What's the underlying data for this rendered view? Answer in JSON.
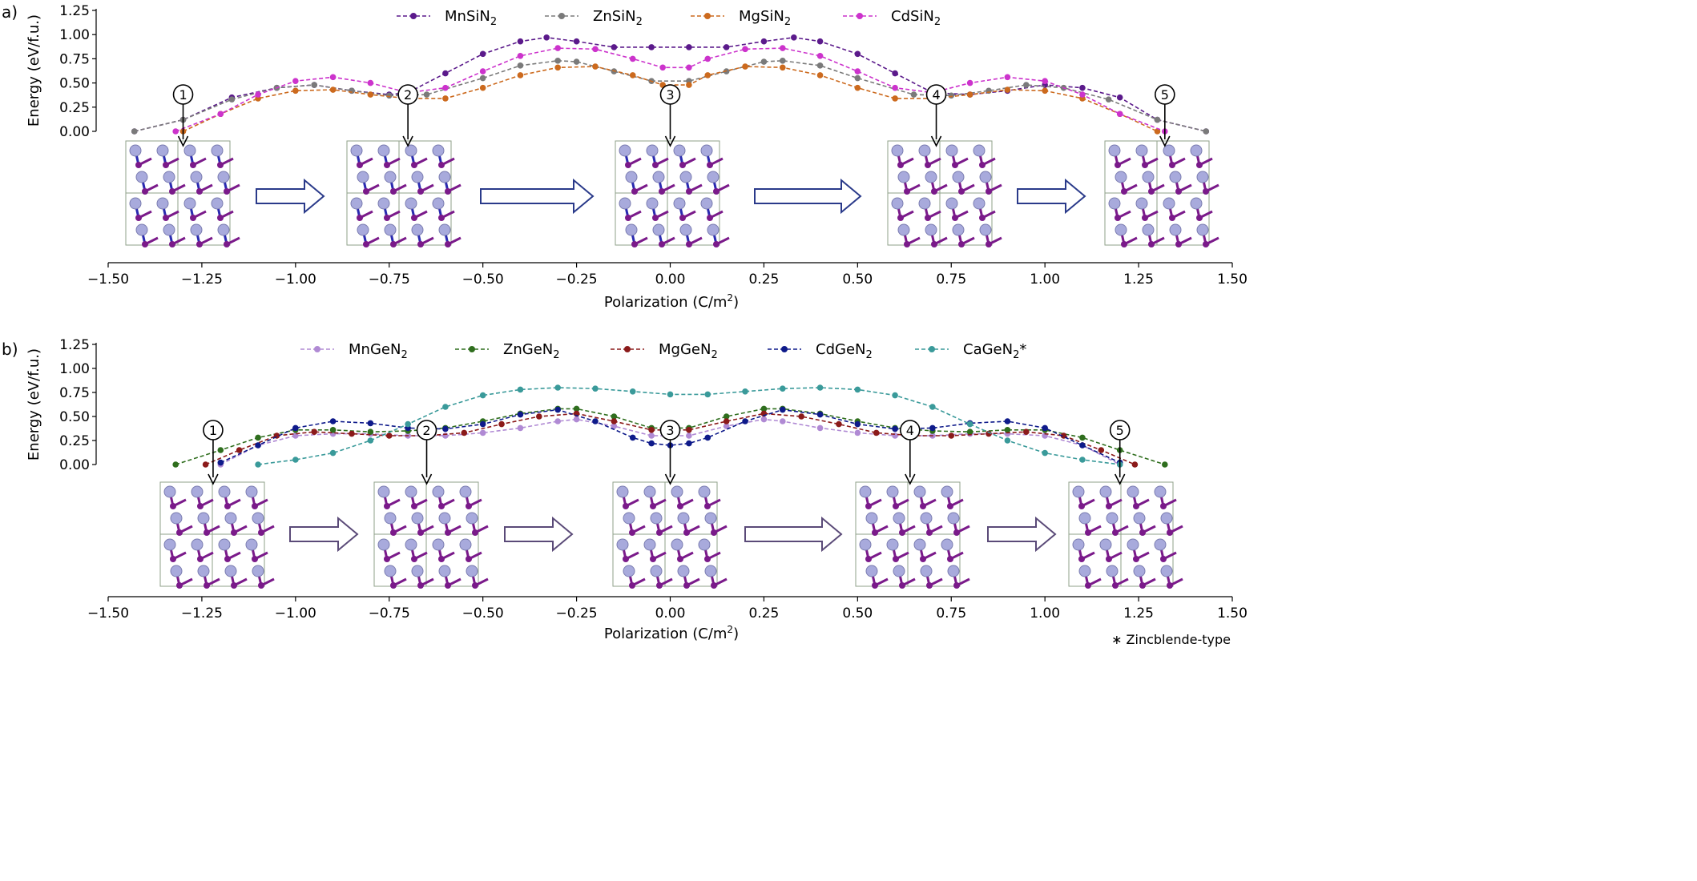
{
  "footnote": "∗ Zincblende-type",
  "colors": {
    "MnSiN2": "#5b1a8b",
    "ZnSiN2": "#7a7a7a",
    "MgSiN2": "#cc6a1e",
    "CdSiN2": "#cc33cc",
    "MnGeN2": "#b08ad4",
    "ZnGeN2": "#2f6e1e",
    "MgGeN2": "#8b1a1a",
    "CdGeN2": "#0e1a8a",
    "CaGeN2": "#3a9a9a",
    "arrow_a": "#2a3a8a",
    "arrow_b": "#5a4a78",
    "atom_N": "#a8aadc",
    "atom_M": "#7a1a8a",
    "bond": "#2a2ab0"
  },
  "chart_data": [
    {
      "panel_label": "a)",
      "type": "line",
      "xlabel": "Polarization (C/m2)",
      "ylabel": "Energy (eV/f.u.)",
      "xlim": [
        -1.5,
        1.5
      ],
      "ylim": [
        0,
        1.25
      ],
      "xticks": [
        "−1.50",
        "−1.25",
        "−1.00",
        "−0.75",
        "−0.50",
        "−0.25",
        "0.00",
        "0.25",
        "0.50",
        "0.75",
        "1.00",
        "1.25",
        "1.50"
      ],
      "yticks": [
        "0.00",
        "0.25",
        "0.50",
        "0.75",
        "1.00",
        "1.25"
      ],
      "legend": [
        "MnSiN2",
        "ZnSiN2",
        "MgSiN2",
        "CdSiN2"
      ],
      "legend_position": "top-center",
      "markers": [
        {
          "label": "①",
          "x": -1.3
        },
        {
          "label": "②",
          "x": -0.7
        },
        {
          "label": "③",
          "x": 0.0
        },
        {
          "label": "④",
          "x": 0.71
        },
        {
          "label": "⑤",
          "x": 1.32
        }
      ],
      "series": [
        {
          "name": "MnSiN2",
          "key": "MnSiN2",
          "x": [
            -1.43,
            -1.3,
            -1.17,
            -1.05,
            -0.95,
            -0.85,
            -0.75,
            -0.7,
            -0.6,
            -0.5,
            -0.4,
            -0.33,
            -0.25,
            -0.15,
            -0.05,
            0.05,
            0.15,
            0.25,
            0.33,
            0.4,
            0.5,
            0.6,
            0.7,
            0.8,
            0.9,
            1.0,
            1.1,
            1.2,
            1.3,
            1.43
          ],
          "y": [
            0.0,
            0.12,
            0.35,
            0.45,
            0.48,
            0.42,
            0.38,
            0.4,
            0.6,
            0.8,
            0.93,
            0.97,
            0.93,
            0.87,
            0.87,
            0.87,
            0.87,
            0.93,
            0.97,
            0.93,
            0.8,
            0.6,
            0.4,
            0.38,
            0.42,
            0.48,
            0.45,
            0.35,
            0.12,
            0.0
          ]
        },
        {
          "name": "ZnSiN2",
          "key": "ZnSiN2",
          "x": [
            -1.43,
            -1.3,
            -1.17,
            -1.05,
            -0.95,
            -0.85,
            -0.75,
            -0.65,
            -0.5,
            -0.4,
            -0.3,
            -0.25,
            -0.15,
            -0.05,
            0.05,
            0.15,
            0.25,
            0.3,
            0.4,
            0.5,
            0.65,
            0.75,
            0.85,
            0.95,
            1.05,
            1.17,
            1.3,
            1.43
          ],
          "y": [
            0.0,
            0.12,
            0.33,
            0.45,
            0.48,
            0.42,
            0.37,
            0.38,
            0.55,
            0.68,
            0.73,
            0.72,
            0.62,
            0.52,
            0.52,
            0.62,
            0.72,
            0.73,
            0.68,
            0.55,
            0.38,
            0.37,
            0.42,
            0.48,
            0.45,
            0.33,
            0.12,
            0.0
          ]
        },
        {
          "name": "MgSiN2",
          "key": "MgSiN2",
          "x": [
            -1.3,
            -1.2,
            -1.1,
            -1.0,
            -0.9,
            -0.8,
            -0.7,
            -0.6,
            -0.5,
            -0.4,
            -0.3,
            -0.2,
            -0.1,
            -0.02,
            0.05,
            0.1,
            0.2,
            0.3,
            0.4,
            0.5,
            0.6,
            0.7,
            0.8,
            0.9,
            1.0,
            1.1,
            1.2,
            1.3
          ],
          "y": [
            0.0,
            0.18,
            0.34,
            0.42,
            0.43,
            0.38,
            0.34,
            0.34,
            0.45,
            0.58,
            0.66,
            0.67,
            0.58,
            0.48,
            0.48,
            0.58,
            0.67,
            0.66,
            0.58,
            0.45,
            0.34,
            0.34,
            0.38,
            0.43,
            0.42,
            0.34,
            0.18,
            0.0
          ]
        },
        {
          "name": "CdSiN2",
          "key": "CdSiN2",
          "x": [
            -1.32,
            -1.2,
            -1.1,
            -1.0,
            -0.9,
            -0.8,
            -0.7,
            -0.6,
            -0.5,
            -0.4,
            -0.3,
            -0.2,
            -0.1,
            -0.02,
            0.05,
            0.1,
            0.2,
            0.3,
            0.4,
            0.5,
            0.6,
            0.7,
            0.8,
            0.9,
            1.0,
            1.1,
            1.2,
            1.32
          ],
          "y": [
            0.0,
            0.18,
            0.38,
            0.52,
            0.56,
            0.5,
            0.4,
            0.45,
            0.62,
            0.78,
            0.86,
            0.85,
            0.75,
            0.66,
            0.66,
            0.75,
            0.85,
            0.86,
            0.78,
            0.62,
            0.45,
            0.4,
            0.5,
            0.56,
            0.52,
            0.38,
            0.18,
            0.0
          ]
        }
      ]
    },
    {
      "panel_label": "b)",
      "type": "line",
      "xlabel": "Polarization (C/m2)",
      "ylabel": "Energy (eV/f.u.)",
      "xlim": [
        -1.5,
        1.5
      ],
      "ylim": [
        0,
        1.25
      ],
      "xticks": [
        "−1.50",
        "−1.25",
        "−1.00",
        "−0.75",
        "−0.50",
        "−0.25",
        "0.00",
        "0.25",
        "0.50",
        "0.75",
        "1.00",
        "1.25",
        "1.50"
      ],
      "yticks": [
        "0.00",
        "0.25",
        "0.50",
        "0.75",
        "1.00",
        "1.25"
      ],
      "legend": [
        "MnGeN2",
        "ZnGeN2",
        "MgGeN2",
        "CdGeN2",
        "CaGeN2*"
      ],
      "legend_position": "top-center",
      "markers": [
        {
          "label": "①",
          "x": -1.22
        },
        {
          "label": "②",
          "x": -0.65
        },
        {
          "label": "③",
          "x": 0.0
        },
        {
          "label": "④",
          "x": 0.64
        },
        {
          "label": "⑤",
          "x": 1.2
        }
      ],
      "series": [
        {
          "name": "MnGeN2",
          "key": "MnGeN2",
          "x": [
            -1.2,
            -1.1,
            -1.0,
            -0.9,
            -0.8,
            -0.7,
            -0.6,
            -0.5,
            -0.4,
            -0.3,
            -0.25,
            -0.15,
            -0.05,
            0.05,
            0.15,
            0.25,
            0.3,
            0.4,
            0.5,
            0.6,
            0.7,
            0.8,
            0.9,
            1.0,
            1.1,
            1.2
          ],
          "y": [
            0.0,
            0.2,
            0.3,
            0.32,
            0.32,
            0.3,
            0.3,
            0.33,
            0.38,
            0.45,
            0.47,
            0.4,
            0.3,
            0.3,
            0.4,
            0.47,
            0.45,
            0.38,
            0.33,
            0.3,
            0.3,
            0.32,
            0.32,
            0.3,
            0.2,
            0.0
          ]
        },
        {
          "name": "ZnGeN2",
          "key": "ZnGeN2",
          "x": [
            -1.32,
            -1.2,
            -1.1,
            -1.0,
            -0.9,
            -0.8,
            -0.7,
            -0.6,
            -0.5,
            -0.4,
            -0.3,
            -0.25,
            -0.15,
            -0.05,
            0.05,
            0.15,
            0.25,
            0.3,
            0.4,
            0.5,
            0.6,
            0.7,
            0.8,
            0.9,
            1.0,
            1.1,
            1.2,
            1.32
          ],
          "y": [
            0.0,
            0.15,
            0.28,
            0.36,
            0.36,
            0.34,
            0.35,
            0.38,
            0.45,
            0.53,
            0.58,
            0.58,
            0.5,
            0.38,
            0.38,
            0.5,
            0.58,
            0.58,
            0.53,
            0.45,
            0.38,
            0.35,
            0.34,
            0.36,
            0.36,
            0.28,
            0.15,
            0.0
          ]
        },
        {
          "name": "MgGeN2",
          "key": "MgGeN2",
          "x": [
            -1.24,
            -1.15,
            -1.05,
            -0.95,
            -0.85,
            -0.75,
            -0.65,
            -0.55,
            -0.45,
            -0.35,
            -0.25,
            -0.15,
            -0.05,
            0.05,
            0.15,
            0.25,
            0.35,
            0.45,
            0.55,
            0.65,
            0.75,
            0.85,
            0.95,
            1.05,
            1.15,
            1.24
          ],
          "y": [
            0.0,
            0.15,
            0.3,
            0.34,
            0.32,
            0.3,
            0.3,
            0.33,
            0.42,
            0.5,
            0.53,
            0.45,
            0.36,
            0.36,
            0.45,
            0.53,
            0.5,
            0.42,
            0.33,
            0.3,
            0.3,
            0.32,
            0.34,
            0.3,
            0.15,
            0.0
          ]
        },
        {
          "name": "CdGeN2",
          "key": "CdGeN2",
          "x": [
            -1.2,
            -1.1,
            -1.0,
            -0.9,
            -0.8,
            -0.7,
            -0.6,
            -0.5,
            -0.4,
            -0.3,
            -0.2,
            -0.1,
            -0.05,
            0.0,
            0.05,
            0.1,
            0.2,
            0.3,
            0.4,
            0.5,
            0.6,
            0.7,
            0.8,
            0.9,
            1.0,
            1.1,
            1.2
          ],
          "y": [
            0.02,
            0.2,
            0.38,
            0.45,
            0.43,
            0.38,
            0.37,
            0.42,
            0.52,
            0.57,
            0.45,
            0.28,
            0.22,
            0.2,
            0.22,
            0.28,
            0.45,
            0.57,
            0.52,
            0.42,
            0.37,
            0.38,
            0.43,
            0.45,
            0.38,
            0.2,
            0.02
          ]
        },
        {
          "name": "CaGeN2*",
          "key": "CaGeN2",
          "x": [
            -1.1,
            -1.0,
            -0.9,
            -0.8,
            -0.7,
            -0.6,
            -0.5,
            -0.4,
            -0.3,
            -0.2,
            -0.1,
            0.0,
            0.1,
            0.2,
            0.3,
            0.4,
            0.5,
            0.6,
            0.7,
            0.8,
            0.9,
            1.0,
            1.1,
            1.2
          ],
          "y": [
            0.0,
            0.05,
            0.12,
            0.25,
            0.42,
            0.6,
            0.72,
            0.78,
            0.8,
            0.79,
            0.76,
            0.73,
            0.73,
            0.76,
            0.79,
            0.8,
            0.78,
            0.72,
            0.6,
            0.42,
            0.25,
            0.12,
            0.05,
            0.0
          ]
        }
      ]
    }
  ]
}
